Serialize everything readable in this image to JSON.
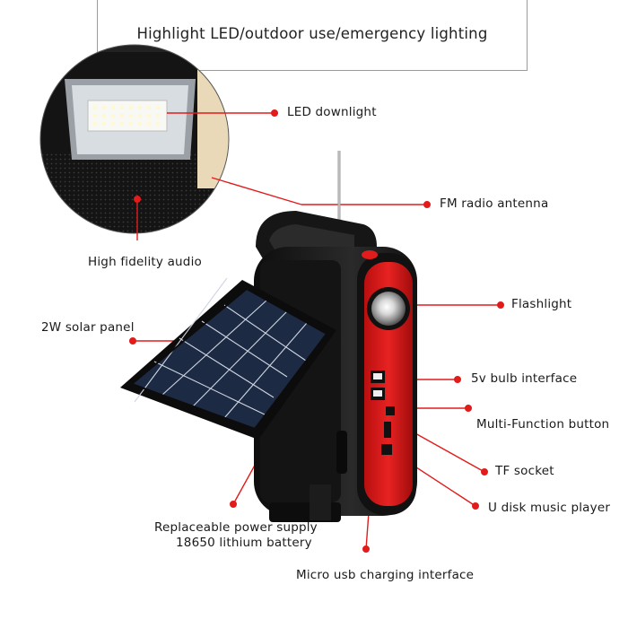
{
  "title": "Highlight LED/outdoor use/emergency lighting",
  "labels": {
    "led_downlight": "LED downlight",
    "fm_antenna": "FM radio antenna",
    "hifi_audio": "High fidelity audio",
    "flashlight": "Flashlight",
    "solar_panel": "2W solar panel",
    "bulb_interface": "5v bulb interface",
    "multi_function": "Multi-Function button",
    "tf_socket": "TF socket",
    "udisk": "U disk music player",
    "battery_line1": "Replaceable power supply",
    "battery_line2": "18650 lithium battery",
    "micro_usb": "Micro usb charging interface"
  },
  "colors": {
    "accent_red": "#e21b1b",
    "device_black": "#1b1b1b",
    "panel_blue": "#1d2a44"
  }
}
